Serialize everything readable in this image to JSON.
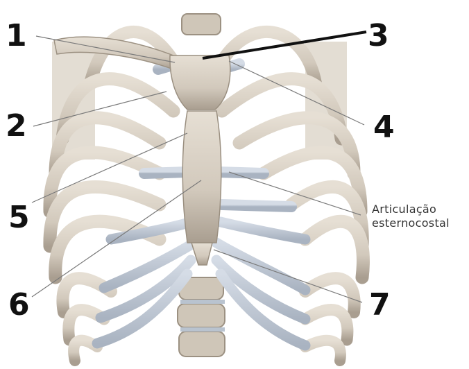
{
  "labels": {
    "n1": "1",
    "n2": "2",
    "n3": "3",
    "n4": "4",
    "n5": "5",
    "n6": "6",
    "n7": "7"
  },
  "annotation": {
    "line1": "Articulação",
    "line2": "esternocostal"
  },
  "colors": {
    "bone": "#d8d0c4",
    "bone_shadow": "#a69b8d",
    "cartilage": "#c4ccd6",
    "background_tissue": "#e2dcd2",
    "label_text": "#111111",
    "leader_line": "#7a7a7a"
  }
}
